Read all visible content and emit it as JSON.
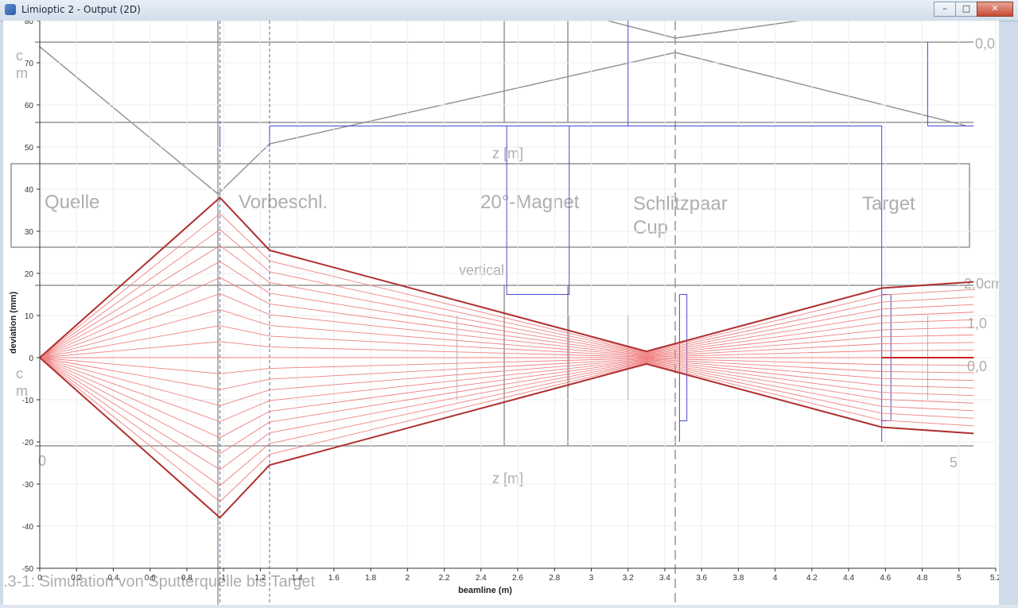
{
  "window": {
    "title": "Limioptic 2 - Output (2D)",
    "controls": {
      "minimize": "–",
      "maximize": "□",
      "close": "✕"
    }
  },
  "background_scan": {
    "labels": [
      "Quelle",
      "Vorbeschl.",
      "20°-Magnet",
      "Schlitzpaar",
      "Cup",
      "Target",
      "vertical",
      "z [m]",
      "z [m]",
      "0,0",
      "2,0cm",
      "1,0",
      "0,0",
      "c",
      "m",
      "c",
      "m",
      "0",
      "5"
    ],
    "caption": ".3-1: Simulation von Sputterquelle bis Target"
  },
  "chart_data": {
    "type": "line",
    "xlabel": "beamline (m)",
    "ylabel": "deviation (mm)",
    "xlim": [
      0,
      5.2
    ],
    "ylim": [
      -50,
      80
    ],
    "xticks": [
      "0",
      "0.2",
      "0.4",
      "0.6",
      "0.8",
      "1",
      "1.2",
      "1.4",
      "1.6",
      "1.8",
      "2",
      "2.2",
      "2.4",
      "2.6",
      "2.8",
      "3",
      "3.2",
      "3.4",
      "3.6",
      "3.8",
      "4",
      "4.2",
      "4.4",
      "4.6",
      "4.8",
      "5",
      "5.2"
    ],
    "yticks": [
      "80",
      "70",
      "60",
      "50",
      "40",
      "30",
      "20",
      "10",
      "0",
      "-10",
      "-20",
      "-30",
      "-40",
      "-50"
    ],
    "grid": true,
    "colors": {
      "rays": "#f08080",
      "envelope": "#b03030",
      "elements": "#4a4ad0",
      "grid": "#ececec"
    },
    "ray_profile": {
      "x": [
        0,
        0.98,
        1.25,
        3.3,
        4.58,
        5.08
      ],
      "envelope_y": [
        0,
        38,
        25.5,
        1.5,
        16.5,
        18
      ],
      "sample_count": 21
    },
    "elements": {
      "dashed_vertical_x": [
        0.98,
        1.25
      ],
      "blue_solid_segments": [
        [
          [
            0.98,
            55
          ],
          [
            0.98,
            50
          ]
        ],
        [
          [
            1.25,
            55
          ],
          [
            1.25,
            50
          ]
        ],
        [
          [
            3.2,
            55
          ],
          [
            3.2,
            80
          ]
        ],
        [
          [
            4.83,
            55
          ],
          [
            4.83,
            75
          ]
        ],
        [
          [
            2.54,
            55
          ],
          [
            2.54,
            15
          ],
          [
            2.88,
            15
          ],
          [
            2.88,
            55
          ]
        ],
        [
          [
            1.25,
            55
          ],
          [
            4.58,
            55
          ],
          [
            4.58,
            -20
          ]
        ],
        [
          [
            4.83,
            55
          ],
          [
            5.08,
            55
          ]
        ],
        [
          [
            3.48,
            15
          ],
          [
            3.52,
            15
          ],
          [
            3.52,
            -15
          ],
          [
            3.48,
            -15
          ]
        ],
        [
          [
            4.58,
            15
          ],
          [
            4.63,
            15
          ],
          [
            4.63,
            -15
          ],
          [
            4.58,
            -15
          ]
        ],
        [
          [
            3.48,
            15
          ],
          [
            3.48,
            -20
          ]
        ]
      ],
      "blue_thin_segments": [
        [
          [
            2.27,
            10
          ],
          [
            2.27,
            -10
          ]
        ],
        [
          [
            3.2,
            10
          ],
          [
            3.2,
            -10
          ]
        ],
        [
          [
            4.83,
            10
          ],
          [
            4.83,
            -10
          ]
        ],
        [
          [
            2.88,
            10
          ],
          [
            2.88,
            -7
          ]
        ]
      ],
      "axis_line": [
        [
          4.58,
          0
        ],
        [
          5.08,
          0
        ]
      ]
    }
  }
}
